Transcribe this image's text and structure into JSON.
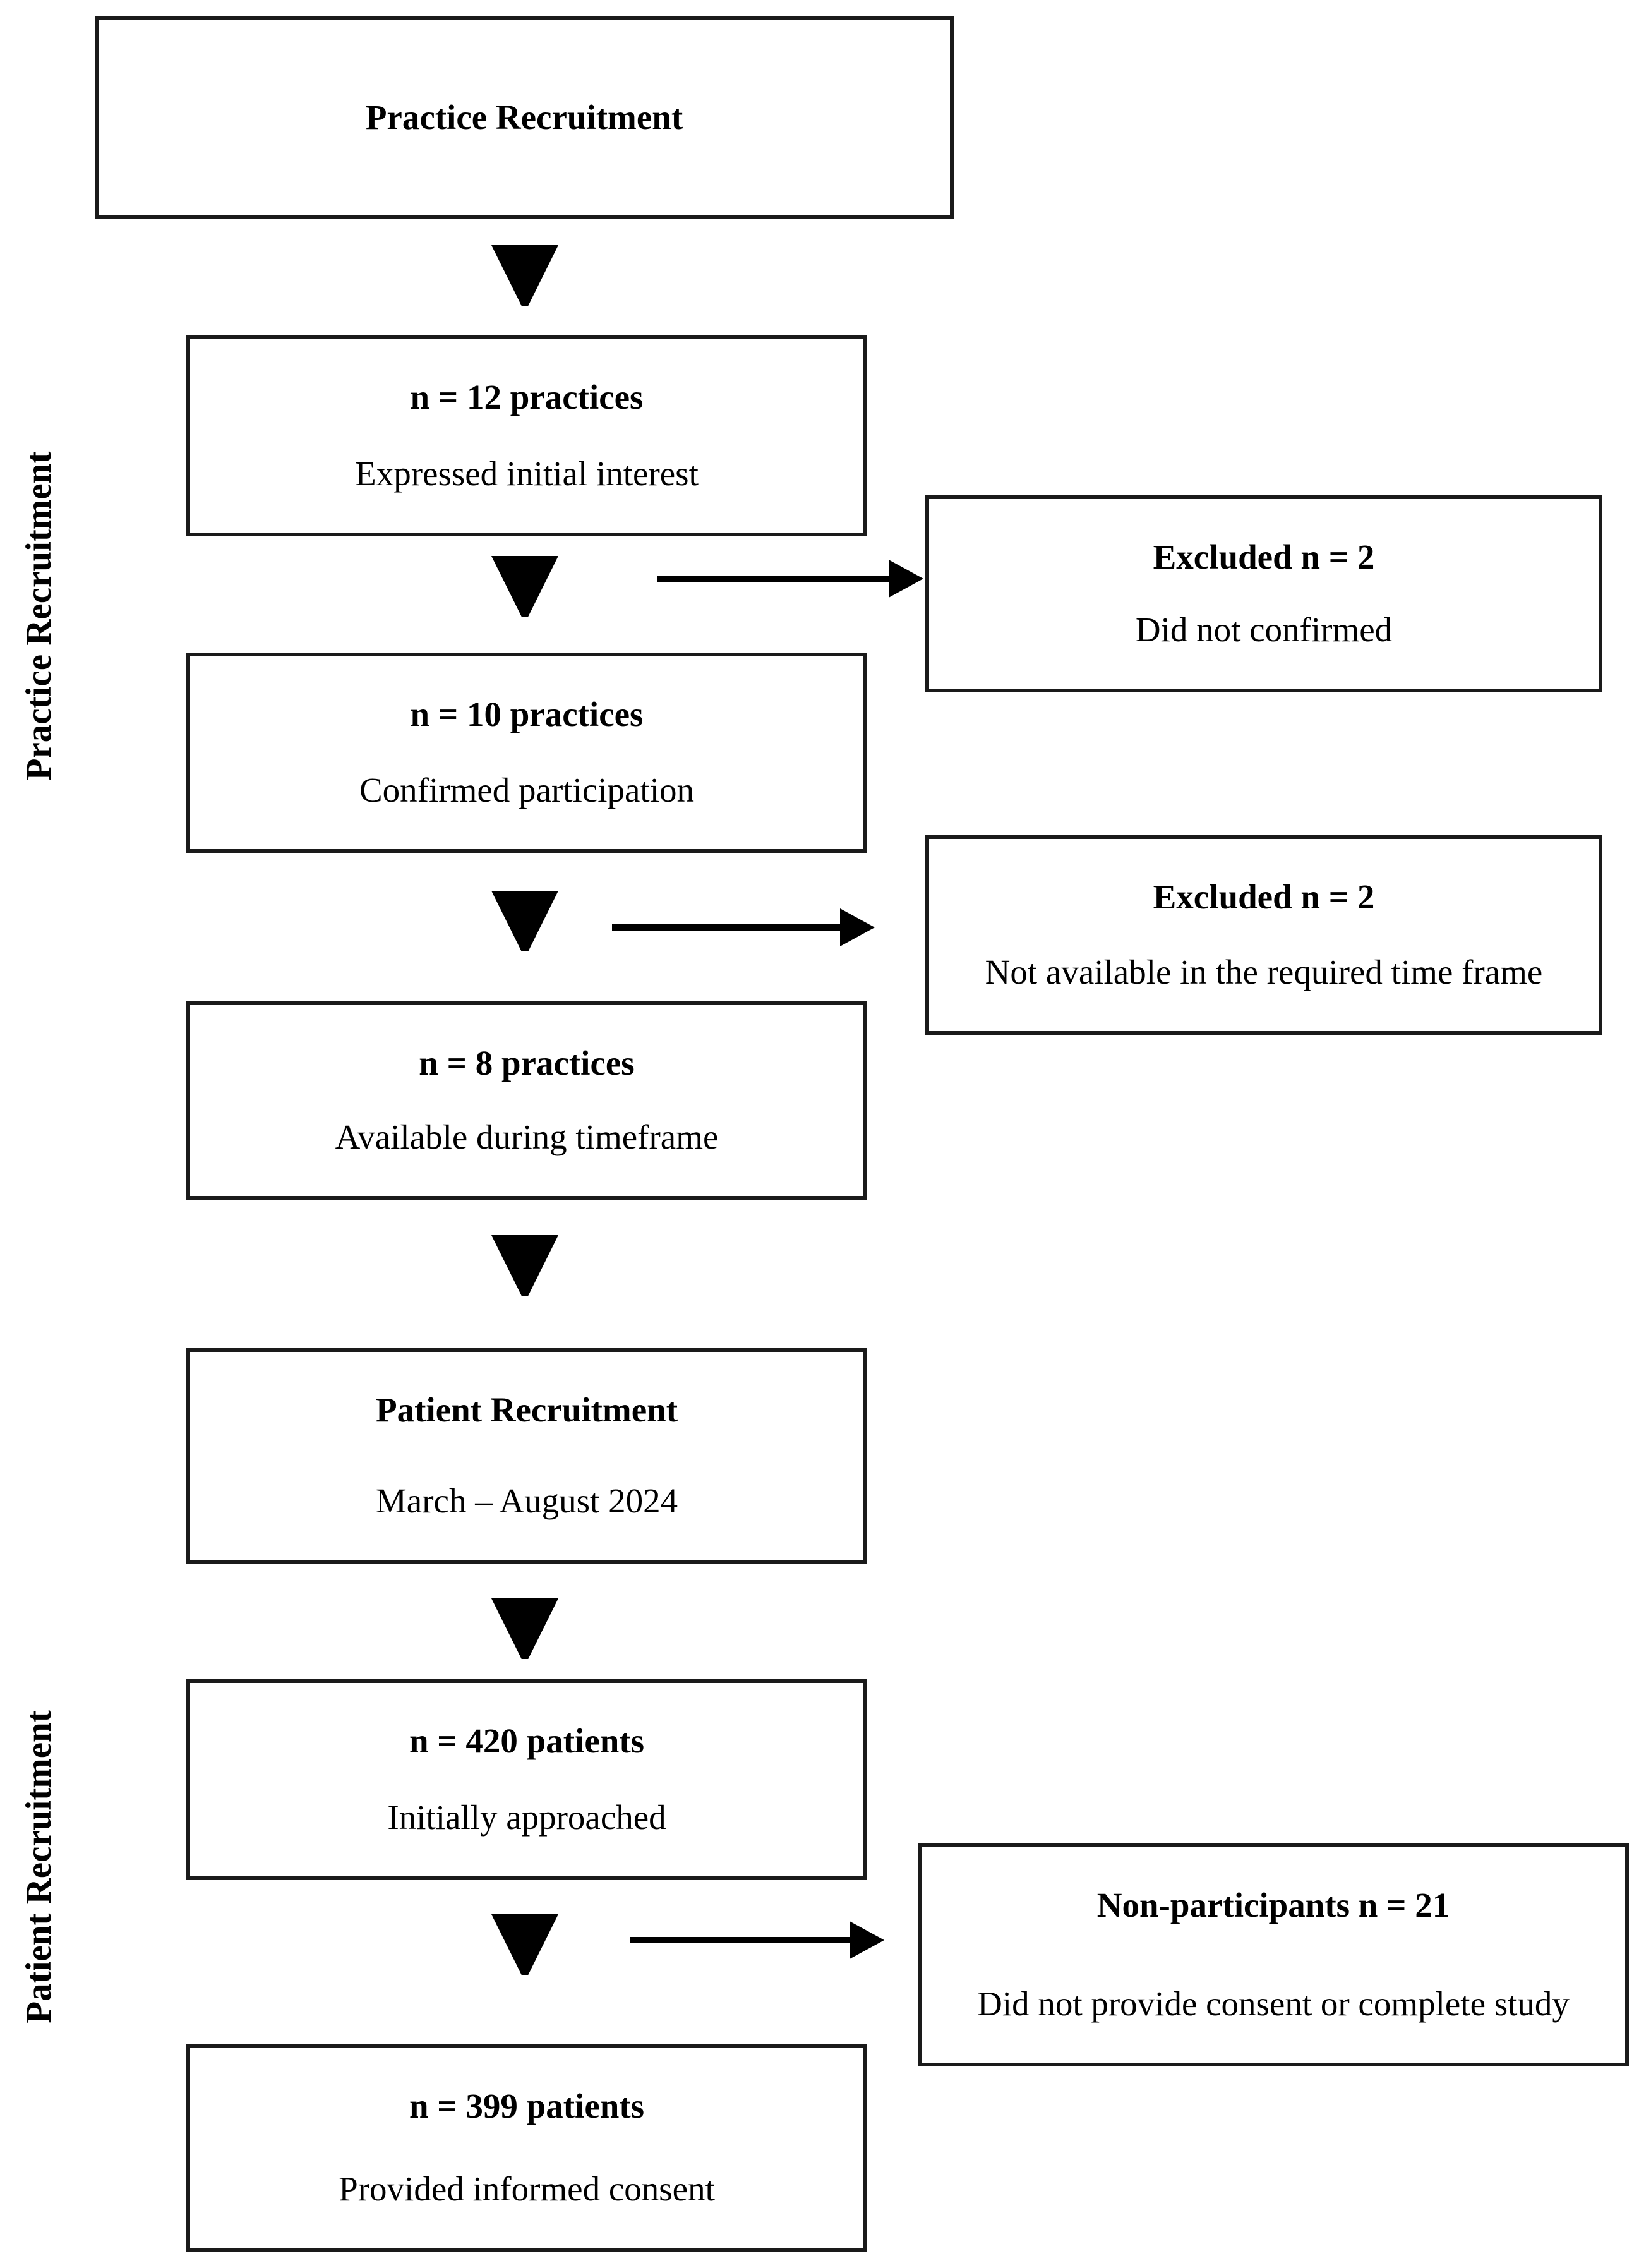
{
  "diagram": {
    "background": "#ffffff",
    "box_border_color": "#1a1a1a",
    "text_color": "#000000",
    "arrow_color": "#000000"
  },
  "side_labels": {
    "practice": "Practice Recruitment",
    "patient": "Patient Recruitment"
  },
  "nodes": {
    "practice_title": {
      "title": "Practice Recruitment"
    },
    "n12": {
      "title": "n = 12 practices",
      "subtitle": "Expressed initial interest"
    },
    "excluded1": {
      "title": "Excluded n = 2",
      "subtitle": "Did not confirmed"
    },
    "n10": {
      "title": "n = 10 practices",
      "subtitle": "Confirmed participation"
    },
    "excluded2": {
      "title": "Excluded n = 2",
      "subtitle": "Not available in the required time frame"
    },
    "n8": {
      "title": "n = 8 practices",
      "subtitle": "Available during timeframe"
    },
    "patient_title": {
      "title": "Patient Recruitment",
      "subtitle": "March – August 2024"
    },
    "n420": {
      "title": "n = 420 patients",
      "subtitle": "Initially approached"
    },
    "nonparticipants": {
      "title": "Non-participants n = 21",
      "subtitle": "Did not provide consent or complete study"
    },
    "n399": {
      "title": "n = 399 patients",
      "subtitle": "Provided informed consent"
    }
  }
}
